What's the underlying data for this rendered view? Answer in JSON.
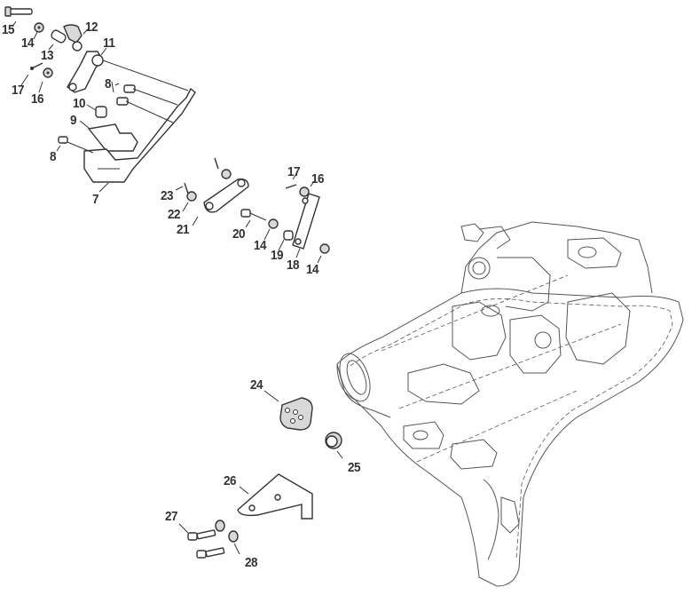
{
  "diagram": {
    "title": "Exploded parts diagram",
    "colors": {
      "line": "#333333",
      "background": "#ffffff",
      "part_fill": "#d8d8d8"
    },
    "callouts": [
      {
        "id": "c15",
        "text": "15"
      },
      {
        "id": "c14a",
        "text": "14"
      },
      {
        "id": "c12",
        "text": "12"
      },
      {
        "id": "c13",
        "text": "13"
      },
      {
        "id": "c11",
        "text": "11"
      },
      {
        "id": "c17a",
        "text": "17"
      },
      {
        "id": "c16a",
        "text": "16"
      },
      {
        "id": "c8a",
        "text": "8"
      },
      {
        "id": "c10",
        "text": "10"
      },
      {
        "id": "c9",
        "text": "9"
      },
      {
        "id": "c8b",
        "text": "8"
      },
      {
        "id": "c7",
        "text": "7"
      },
      {
        "id": "c23",
        "text": "23"
      },
      {
        "id": "c22",
        "text": "22"
      },
      {
        "id": "c21",
        "text": "21"
      },
      {
        "id": "c17b",
        "text": "17"
      },
      {
        "id": "c16b",
        "text": "16"
      },
      {
        "id": "c20",
        "text": "20"
      },
      {
        "id": "c14b",
        "text": "14"
      },
      {
        "id": "c19",
        "text": "19"
      },
      {
        "id": "c18",
        "text": "18"
      },
      {
        "id": "c14c",
        "text": "14"
      },
      {
        "id": "c24",
        "text": "24"
      },
      {
        "id": "c25",
        "text": "25"
      },
      {
        "id": "c26",
        "text": "26"
      },
      {
        "id": "c27",
        "text": "27"
      },
      {
        "id": "c28",
        "text": "28"
      }
    ]
  }
}
